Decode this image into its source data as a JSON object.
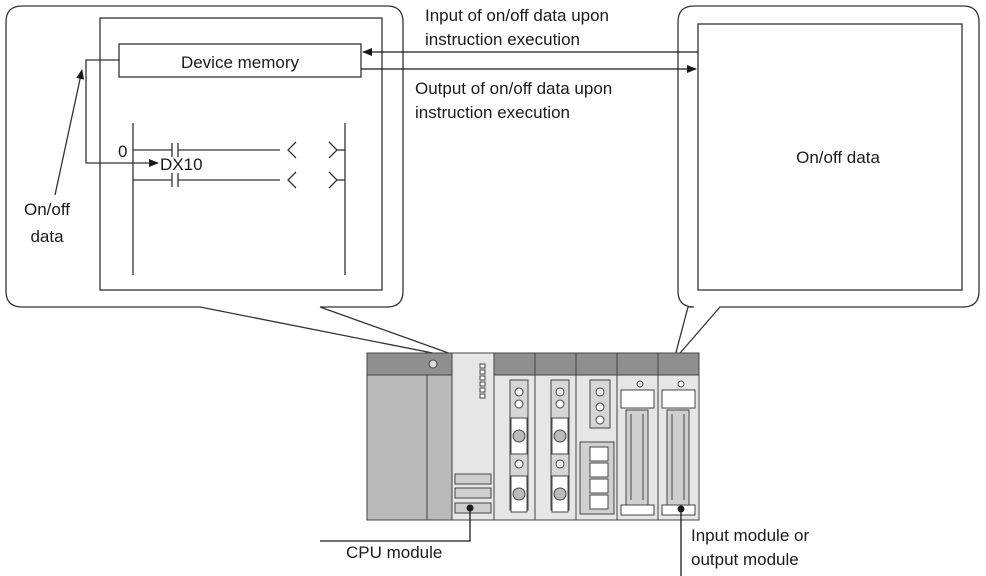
{
  "labels": {
    "device_memory": "Device memory",
    "input_of_data_line1": "Input of on/off data upon",
    "input_of_data_line2": "instruction execution",
    "output_of_data_line1": "Output of on/off data upon",
    "output_of_data_line2": "instruction execution",
    "on_off_data_right": "On/off data",
    "on_off_data_left_line1": "On/off",
    "on_off_data_left_line2": "data",
    "step_number": "0",
    "device_dx10": "DX10",
    "cpu_module": "CPU module",
    "io_module_line1": "Input module or",
    "io_module_line2": "output module"
  }
}
